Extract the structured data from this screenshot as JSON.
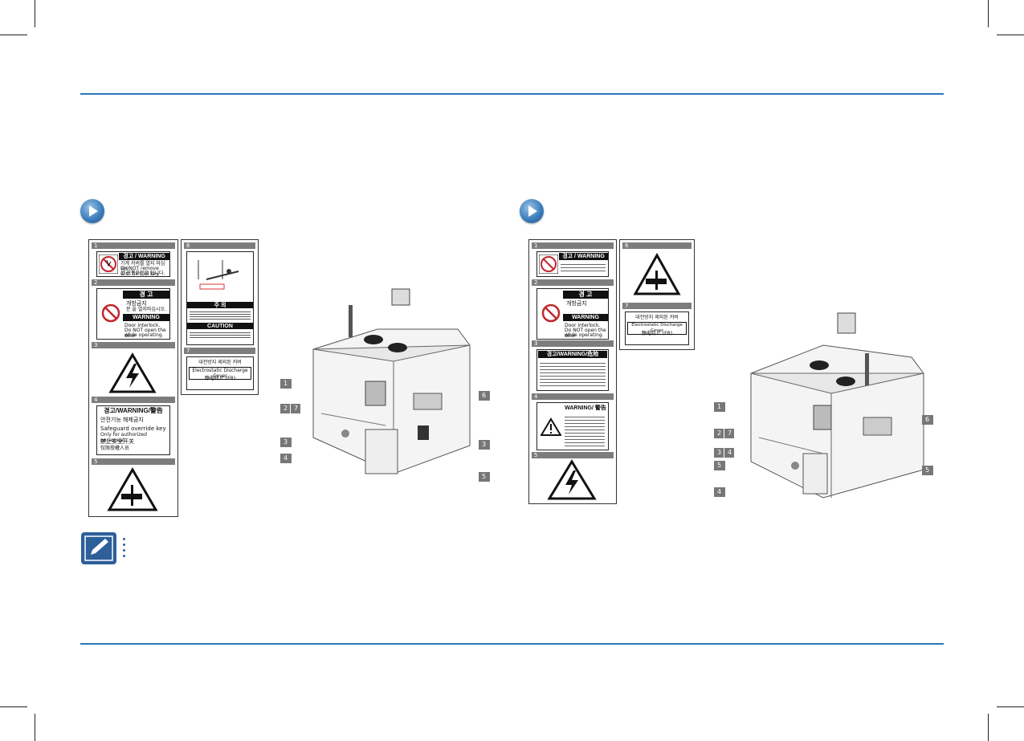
{
  "labels_left": {
    "l1": {
      "num": "1",
      "head": "경고 / WARNING",
      "body": [
        "기계 커버를 열지 마십시오.",
        "Do NOT remove with fix tool key.",
        "분 산통화문험 됩니다."
      ]
    },
    "l2": {
      "num": "2",
      "head": "경   고",
      "sub": "개방금지",
      "body_ko": "문 을 열지마십시오.",
      "warn": "WARNING",
      "body_en": [
        "Door interlock.",
        "Do NOT open the door",
        "while operating."
      ]
    },
    "l3": {
      "num": "3"
    },
    "l4": {
      "num": "4",
      "head": "경고/WARNING/警告",
      "lines": [
        "안전기능 해제금지",
        "Safeguard override key",
        "Only for authorized personnel",
        "禁止安全开关",
        "仅限授權人员"
      ]
    },
    "l5": {
      "num": "5"
    },
    "l6": {
      "num": "6",
      "head1": "주   의",
      "head2": "CAUTION"
    },
    "l7": {
      "num": "7",
      "top": "대전방지 제외된 커버",
      "mid": "Electrostatic Discharge Cover",
      "bot": "静电防止 (FR)"
    }
  },
  "labels_right": {
    "l1": {
      "num": "1",
      "head": "경고 / WARNING"
    },
    "l2": {
      "num": "2",
      "head": "경   고",
      "sub": "개방금지",
      "warn": "WARNING",
      "body_en": [
        "Door interlock.",
        "Do NOT open the door",
        "while operating."
      ]
    },
    "l3": {
      "num": "3",
      "head": "경고/WARNING/危险"
    },
    "l4": {
      "num": "4",
      "head": "WARNING/ 警告"
    },
    "l5": {
      "num": "5"
    },
    "l6": {
      "num": "6"
    },
    "l7": {
      "num": "7",
      "top": "대전방지 제외된 커버",
      "mid": "Electrostatic Discharge Cover",
      "bot": "静电防止 (FR)"
    }
  },
  "callouts_left": [
    "1",
    "2",
    "7",
    "3",
    "4",
    "6",
    "3",
    "5"
  ],
  "callouts_right": [
    "1",
    "2",
    "7",
    "3",
    "4",
    "5",
    "4",
    "6",
    "5"
  ],
  "colors": {
    "accent": "#2b78b8",
    "label_header": "#7d7d7d"
  }
}
